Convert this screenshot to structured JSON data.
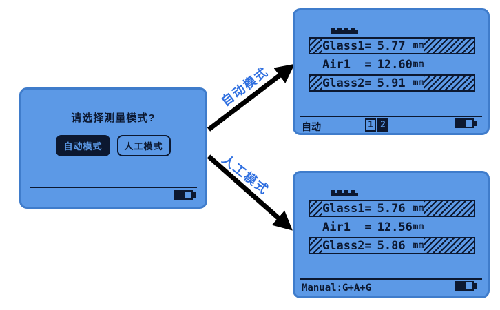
{
  "colors": {
    "panel-bg": "#5c99e6",
    "panel-border": "#3f7ccb",
    "lcd": "#0c1830",
    "arrow-label": "#2f6fe0",
    "arrow-stroke": "#000000"
  },
  "mode_screen": {
    "prompt": "请选择测量模式?",
    "auto_button": "自动模式",
    "manual_button": "人工模式"
  },
  "arrows": {
    "auto_label": "自动模式",
    "manual_label": "人工模式"
  },
  "auto_screen": {
    "rows": [
      {
        "label": "Glass1=",
        "value": "5.77",
        "unit": "mm"
      },
      {
        "label": "Air1  =",
        "value": "12.60",
        "unit": "mm"
      },
      {
        "label": "Glass2=",
        "value": "5.91",
        "unit": "mm"
      }
    ],
    "status": "自动",
    "pages": [
      "1",
      "2"
    ],
    "active_page": "2"
  },
  "manual_screen": {
    "rows": [
      {
        "label": "Glass1=",
        "value": "5.76",
        "unit": "mm"
      },
      {
        "label": "Air1  =",
        "value": "12.56",
        "unit": "mm"
      },
      {
        "label": "Glass2=",
        "value": "5.86",
        "unit": "mm"
      }
    ],
    "status": "Manual:G+A+G"
  }
}
